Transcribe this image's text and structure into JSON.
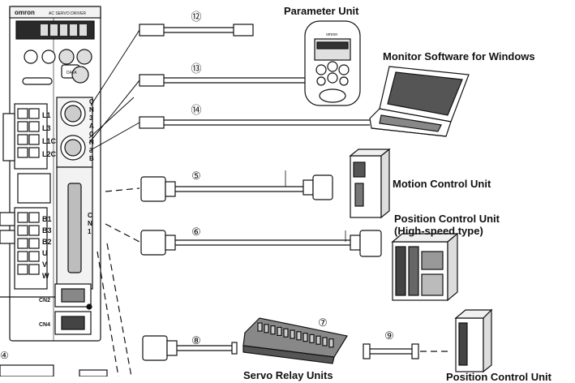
{
  "labels": {
    "parameter_unit": "Parameter Unit",
    "monitor_software": "Monitor Software for Windows",
    "motion_control_unit": "Motion Control Unit",
    "position_control_unit_line1": "Position Control Unit",
    "position_control_unit_line2": "(High-speed type)",
    "servo_relay_units": "Servo Relay Units",
    "position_control_unit_bottom": "Position Control Unit"
  },
  "cable_numbers": {
    "c12": "⑫",
    "c13": "⑬",
    "c14": "⑭",
    "c5": "⑤",
    "c6": "⑥",
    "c7": "⑦",
    "c8": "⑧",
    "c9": "⑨",
    "c4": "④"
  },
  "drive": {
    "brand": "omron",
    "model_text": "AC SERVO DRIVER",
    "port_labels": [
      "C",
      "N",
      "3",
      "A",
      "C",
      "N",
      "3",
      "B"
    ],
    "cn1_label": [
      "C",
      "N",
      "1"
    ],
    "terminal_labels_top": [
      "L1",
      "L3",
      "L1C",
      "L2C"
    ],
    "terminal_labels_bottom": [
      "B1",
      "B3",
      "B2",
      "U",
      "V",
      "W"
    ],
    "cn2_label": "CN2",
    "cn4_label": "CN4",
    "data_key": "DATA"
  },
  "parameter_unit_device": {
    "brand": "omron"
  },
  "colors": {
    "line": "#111111",
    "fill": "#ffffff",
    "shade": "#9a9a9a",
    "dark": "#2a2a2a"
  }
}
